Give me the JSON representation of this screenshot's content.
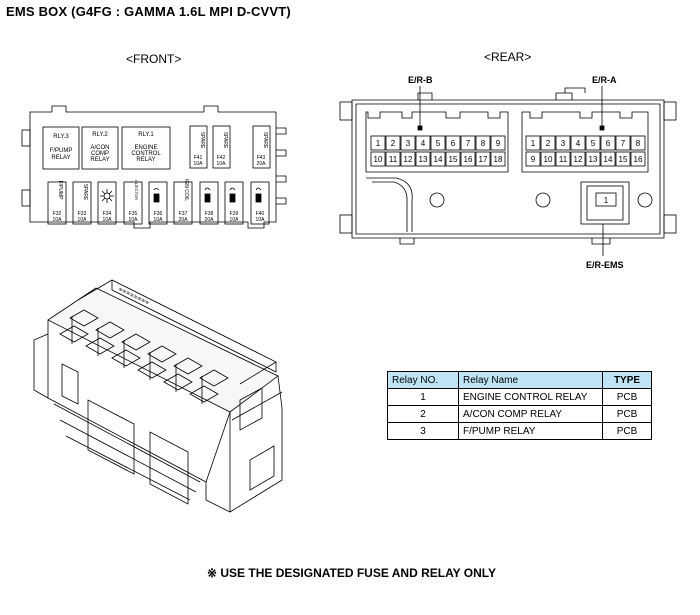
{
  "title": "EMS BOX (G4FG : GAMMA 1.6L MPI D-CVVT)",
  "front_label": "<FRONT>",
  "rear_label": "<REAR>",
  "front": {
    "relays": [
      {
        "id": "RLY.3",
        "name": "F/PUMP RELAY"
      },
      {
        "id": "RLY.2",
        "name": "A/CON COMP RELAY"
      },
      {
        "id": "RLY.1",
        "name": "ENGINE CONTROL RELAY"
      }
    ],
    "top_fuses": [
      {
        "name": "SPARE",
        "rating": "F41 10A"
      },
      {
        "name": "SPARE",
        "rating": "F42 10A"
      },
      {
        "name": "SPARE",
        "rating": "F43 20A"
      }
    ],
    "bottom_fuses": [
      {
        "name": "F/PUMP",
        "rating": "F32 10A"
      },
      {
        "name": "SPARE",
        "rating": "F33 10A"
      },
      {
        "name": "",
        "rating": "F34 10A"
      },
      {
        "name": "INJECTOR",
        "rating": "F35 10A"
      },
      {
        "name": "",
        "rating": "F36 10A"
      },
      {
        "name": "IGN COIL",
        "rating": "F37 20A"
      },
      {
        "name": "",
        "rating": "F38 20A"
      },
      {
        "name": "",
        "rating": "F39 10A"
      },
      {
        "name": "",
        "rating": "F40 10A"
      }
    ]
  },
  "rear": {
    "connector_b": {
      "label": "E/R-B",
      "row1": [
        "1",
        "2",
        "3",
        "4",
        "5",
        "6",
        "7",
        "8",
        "9"
      ],
      "row2": [
        "10",
        "11",
        "12",
        "13",
        "14",
        "15",
        "16",
        "17",
        "18"
      ]
    },
    "connector_a": {
      "label": "E/R-A",
      "row1": [
        "1",
        "2",
        "3",
        "4",
        "5",
        "6",
        "7",
        "8"
      ],
      "row2": [
        "9",
        "10",
        "11",
        "12",
        "13",
        "14",
        "15",
        "16"
      ]
    },
    "connector_ems": {
      "label": "E/R-EMS",
      "pin": "1"
    }
  },
  "relay_table": {
    "headers": [
      "Relay NO.",
      "Relay Name",
      "TYPE"
    ],
    "rows": [
      [
        "1",
        "ENGINE CONTROL RELAY",
        "PCB"
      ],
      [
        "2",
        "A/CON COMP RELAY",
        "PCB"
      ],
      [
        "3",
        "F/PUMP RELAY",
        "PCB"
      ]
    ]
  },
  "footer": "※ USE THE DESIGNATED FUSE AND RELAY ONLY"
}
